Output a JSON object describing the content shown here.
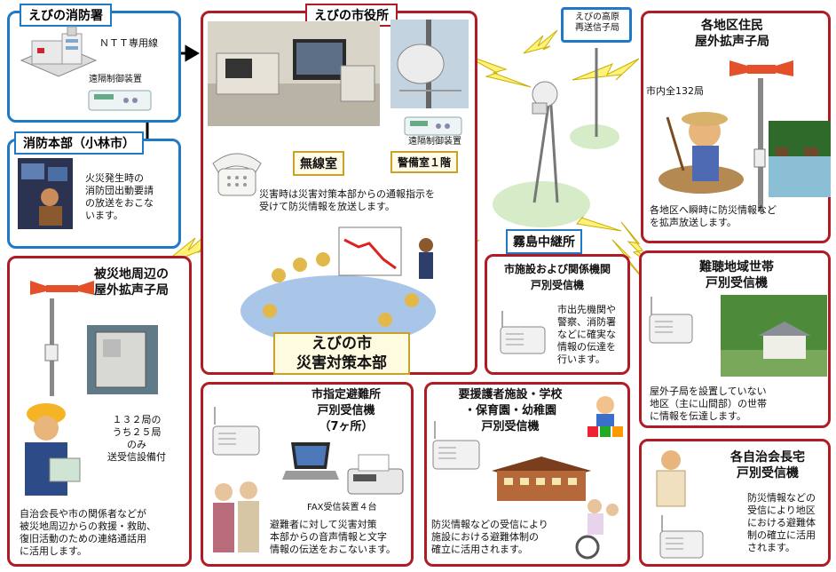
{
  "fire_station": {
    "tag": "えびの消防署",
    "ntt_line": "ＮＴＴ専用線",
    "remote_control": "遠隔制御装置"
  },
  "fire_hq": {
    "tag": "消防本部（小林市）",
    "text": [
      "火災発生時の",
      "消防団出動要請",
      "の放送をおこな",
      "います。"
    ]
  },
  "city_hall": {
    "tag": "えびの市役所",
    "radio_room": "無線室",
    "guard_room": "警備室１階",
    "remote_control": "遠隔制御装置",
    "broadcast_text": [
      "災害時は災害対策本部からの通報指示を",
      "受けて防災情報を放送します。"
    ],
    "hq_label": [
      "えびの市",
      "災害対策本部"
    ]
  },
  "relay_station": {
    "tag_lines": [
      "えびの高原",
      "再送信子局"
    ],
    "name": "霧島中継所"
  },
  "outdoor_speakers": {
    "title": [
      "各地区住民",
      "屋外拡声子局"
    ],
    "count": "市内全132局",
    "text": [
      "各地区へ瞬時に防災情報など",
      "を拡声放送します。"
    ]
  },
  "disaster_area": {
    "title": [
      "被災地周辺の",
      "屋外拡声子局"
    ],
    "note": [
      "１３２局の",
      "うち２５局",
      "のみ",
      "送受信設備付"
    ],
    "text": [
      "自治会長や市の関係者などが",
      "被災地周辺からの救援・救助、",
      "復旧活動のための連絡通話用",
      "に活用します。"
    ]
  },
  "city_facilities": {
    "title": [
      "市施設および関係機関",
      "戸別受信機"
    ],
    "text": [
      "市出先機関や",
      "警察、消防署",
      "などに確実な",
      "情報の伝達を",
      "行います。"
    ]
  },
  "remote_households": {
    "title": [
      "難聴地域世帯",
      "戸別受信機"
    ],
    "text": [
      "屋外子局を設置していない",
      "地区（主に山間部）の世帯",
      "に情報を伝達します。"
    ]
  },
  "shelters": {
    "title": [
      "市指定避難所",
      "戸別受信機",
      "（7ヶ所）"
    ],
    "fax": "FAX受信装置４台",
    "text": [
      "避難者に対して災害対策",
      "本部からの音声情報と文字",
      "情報の伝送をおこないます。"
    ]
  },
  "care_facilities": {
    "title": [
      "要援護者施設・学校",
      "・保育園・幼稚園",
      "戸別受信機"
    ],
    "text": [
      "防災情報などの受信により",
      "施設における避難体制の",
      "確立に活用されます。"
    ]
  },
  "chairs": {
    "title": [
      "各自治会長宅",
      "戸別受信機"
    ],
    "text": [
      "防災情報などの",
      "受信により地区",
      "における避難体",
      "制の確立に活用",
      "されます。"
    ]
  }
}
